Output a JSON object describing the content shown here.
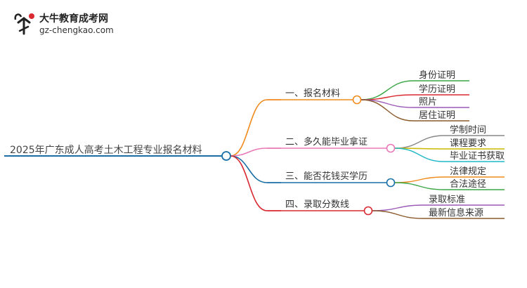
{
  "brand": {
    "title": "大牛教育成考网",
    "url": "gz-chengkao.com",
    "accent": "#d9282f"
  },
  "root": {
    "label": "2025年广东成人高考土木工程专业报名材料",
    "color": "#1a6fa6"
  },
  "branches": [
    {
      "label": "一、报名材料",
      "color": "#f08a1c",
      "children": [
        {
          "label": "身份证明",
          "color": "#3aa645"
        },
        {
          "label": "学历证明",
          "color": "#d9282f"
        },
        {
          "label": "照片",
          "color": "#9b59b6"
        },
        {
          "label": "居住证明",
          "color": "#8b5a2b"
        }
      ]
    },
    {
      "label": "二、多久能毕业拿证",
      "color": "#e879b8",
      "children": [
        {
          "label": "学制时间",
          "color": "#888888"
        },
        {
          "label": "课程要求",
          "color": "#c8b800"
        },
        {
          "label": "毕业证书获取",
          "color": "#1fb8c8"
        }
      ]
    },
    {
      "label": "三、能否花钱买学历",
      "color": "#1a6fa6",
      "children": [
        {
          "label": "法律规定",
          "color": "#f08a1c"
        },
        {
          "label": "合法途径",
          "color": "#3aa645"
        }
      ]
    },
    {
      "label": "四、录取分数线",
      "color": "#d9282f",
      "children": [
        {
          "label": "录取标准",
          "color": "#9b59b6"
        },
        {
          "label": "最新信息来源",
          "color": "#8b5a2b"
        }
      ]
    }
  ]
}
